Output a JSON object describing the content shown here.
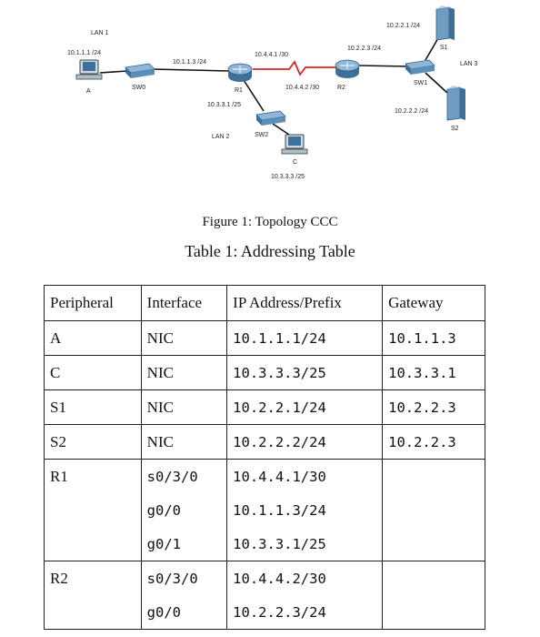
{
  "topology": {
    "lan1": "LAN 1",
    "lan2": "LAN 2",
    "lan3": "LAN 3",
    "pc_a_ip": "10.1.1.1 /24",
    "pc_a_name": "A",
    "sw0_name": "SW0",
    "r1_g00_ip": "10.1.1.3 /24",
    "r1_name": "R1",
    "r1_g01_ip": "10.3.3.1 /25",
    "r1_serial_ip": "10.4.4.1 /30",
    "r2_serial_ip": "10.4.4.2 /30",
    "r2_name": "R2",
    "r2_g00_ip": "10.2.2.3 /24",
    "sw1_name": "SW1",
    "sw2_name": "SW2",
    "s1_ip": "10.2.2.1 /24",
    "s1_name": "S1",
    "s2_ip": "10.2.2.2 /24",
    "s2_name": "S2",
    "pc_c_name": "C",
    "pc_c_ip": "10.3.3.3 /25",
    "serial_link_color": "#e02020",
    "router_color": "#4b7fa8",
    "switch_color": "#5b8fb8"
  },
  "figure_caption": "Figure 1: Topology CCC",
  "table_caption": "Table 1: Addressing Table",
  "table": {
    "headers": [
      "Peripheral",
      "Interface",
      "IP Address/Prefix",
      "Gateway"
    ],
    "rows": [
      {
        "peripheral": "A",
        "interface": "NIC",
        "ip": "10.1.1.1/24",
        "gateway": "10.1.1.3"
      },
      {
        "peripheral": "C",
        "interface": "NIC",
        "ip": "10.3.3.3/25",
        "gateway": "10.3.3.1"
      },
      {
        "peripheral": "S1",
        "interface": "NIC",
        "ip": "10.2.2.1/24",
        "gateway": "10.2.2.3"
      },
      {
        "peripheral": "S2",
        "interface": "NIC",
        "ip": "10.2.2.2/24",
        "gateway": "10.2.2.3"
      },
      {
        "peripheral": "R1",
        "interface": "s0/3/0",
        "ip": "10.4.4.1/30",
        "gateway": ""
      },
      {
        "peripheral": "",
        "interface": "g0/0",
        "ip": "10.1.1.3/24",
        "gateway": ""
      },
      {
        "peripheral": "",
        "interface": "g0/1",
        "ip": "10.3.3.1/25",
        "gateway": ""
      },
      {
        "peripheral": "R2",
        "interface": "s0/3/0",
        "ip": "10.4.4.2/30",
        "gateway": ""
      },
      {
        "peripheral": "",
        "interface": "g0/0",
        "ip": "10.2.2.3/24",
        "gateway": ""
      }
    ]
  }
}
